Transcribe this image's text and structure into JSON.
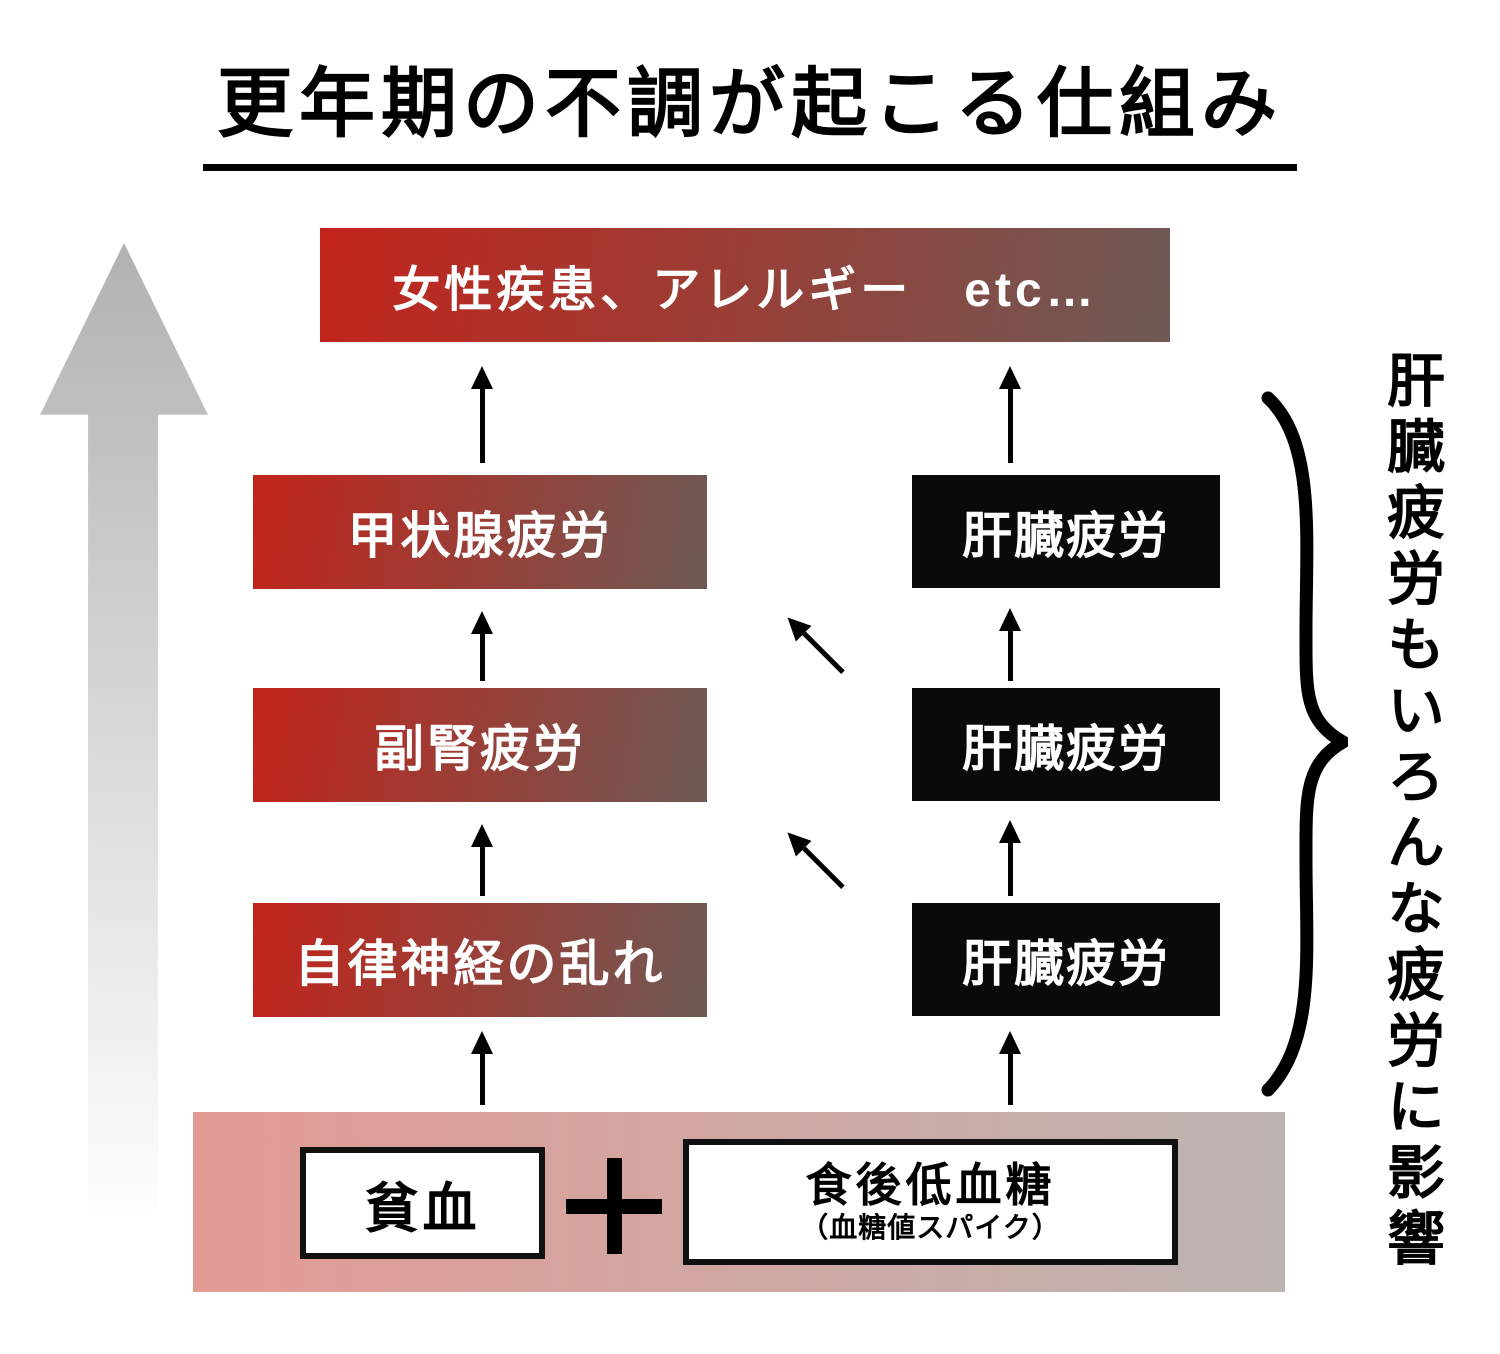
{
  "title": "更年期の不調が起こる仕組み",
  "top_box": {
    "label": "女性疾患、アレルギー　etc…"
  },
  "left_column": [
    {
      "label": "甲状腺疲労"
    },
    {
      "label": "副腎疲労"
    },
    {
      "label": "自律神経の乱れ"
    }
  ],
  "right_column": [
    {
      "label": "肝臓疲労"
    },
    {
      "label": "肝臓疲労"
    },
    {
      "label": "肝臓疲労"
    }
  ],
  "bottom_panel": {
    "anemia_label": "貧血",
    "plus_sign": "＋",
    "hypoglycemia_label": "食後低血糖",
    "hypoglycemia_sub": "（血糖値スパイク）"
  },
  "side_note": "肝臓疲労もいろんな疲労に影響",
  "icons": {
    "up_arrow": "up-arrow",
    "diagonal_arrow": "up-left-arrow",
    "big_arrow": "big-upward-gradient-arrow",
    "brace": "right-curly-brace"
  },
  "colors": {
    "red_grad_start": "#c2241a",
    "red_grad_end": "#6e5a55",
    "black_box": "#0a0a0a",
    "pink_grad_start": "#e49b94",
    "pink_grad_end": "#bdb4b2",
    "gray_arrow_top": "#b2b2b2",
    "gray_arrow_bottom": "#ffffff",
    "arrow_black": "#000000"
  }
}
